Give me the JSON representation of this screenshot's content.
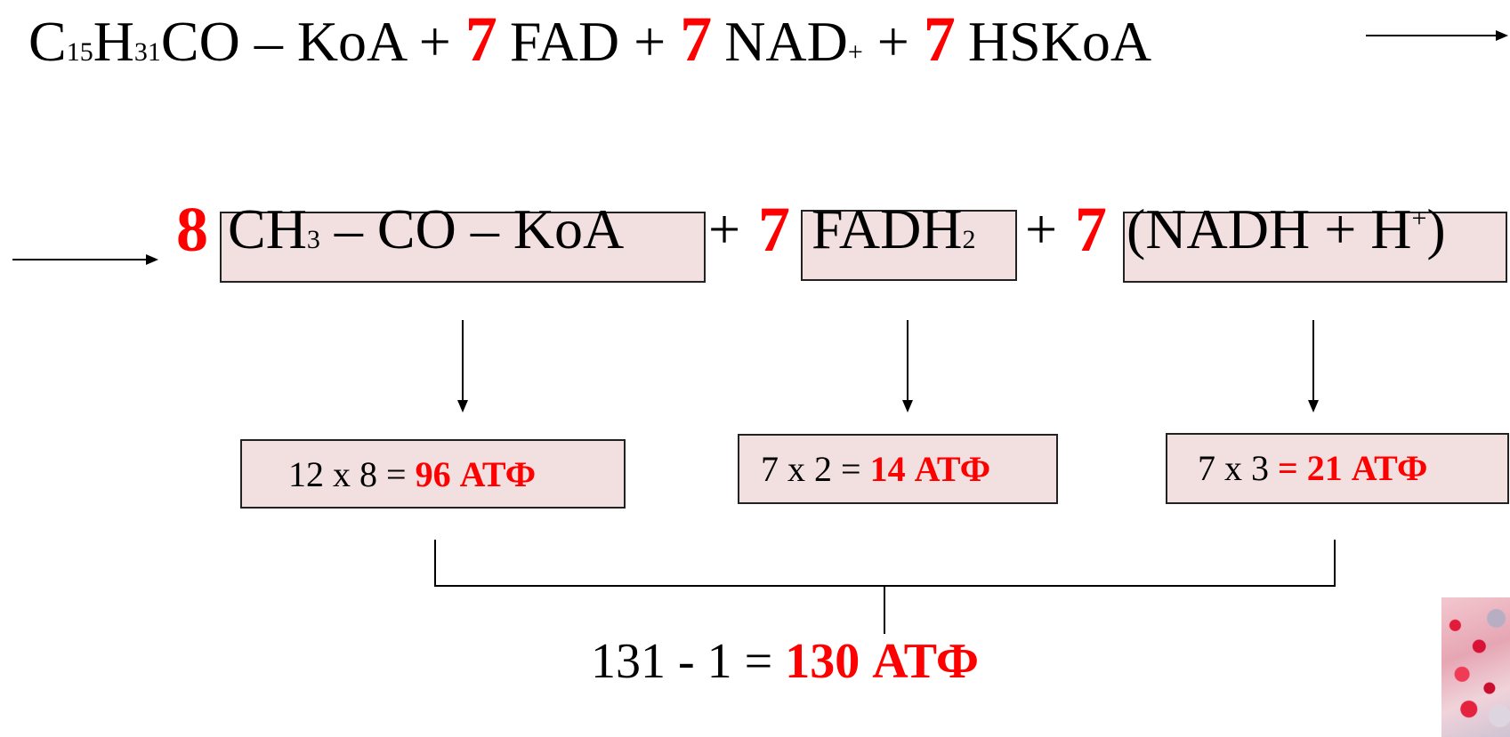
{
  "equation_top": {
    "c15": "C",
    "sub15": "15",
    "h31": "H",
    "sub31": "31",
    "rest": "CO – KoA + ",
    "coef1": "7",
    "fad": "FAD + ",
    "coef2": "7",
    "nad": "NAD",
    "nad_plus": "+",
    "plus": " + ",
    "coef3": "7",
    "hskoa": "HSKoA"
  },
  "equation_products": {
    "coef_acetyl": "8",
    "acetyl_a": "CH",
    "acetyl_sub": "3",
    "acetyl_b": " – CO – KoA",
    "plus1": "+",
    "coef_fadh": "7",
    "fadh_a": "FADH",
    "fadh_sub": "2",
    "plus2": "+",
    "coef_nadh": "7",
    "nadh_a": "(NADH + H",
    "nadh_sup": "+",
    "nadh_b": ")"
  },
  "calculations": [
    {
      "expr": "12 x 8 = ",
      "result": "96 АТФ"
    },
    {
      "expr": "7 x 2 = ",
      "result": "14 АТФ"
    },
    {
      "expr": "7 x 3 ",
      "result": "= 21 АТФ"
    }
  ],
  "total": {
    "expr": "131 - 1 = ",
    "result": "130 АТФ"
  },
  "colors": {
    "accent": "#ff0000",
    "box_fill": "#f2dfe0",
    "box_border": "#222222"
  }
}
